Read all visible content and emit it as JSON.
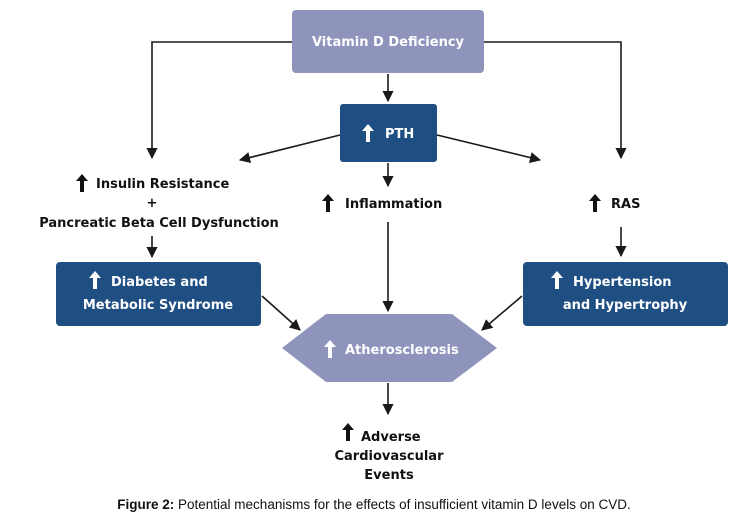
{
  "nodes": {
    "vitamin_d": "Vitamin D Deficiency",
    "pth": "PTH",
    "insulin_resistance": "Insulin Resistance",
    "plus": "+",
    "beta_cell": "Pancreatic Beta Cell Dysfunction",
    "inflammation": "Inflammation",
    "ras": "RAS",
    "diabetes_line1": "Diabetes and",
    "diabetes_line2": "Metabolic Syndrome",
    "hypertension_line1": "Hypertension",
    "hypertension_line2": "and Hypertrophy",
    "atherosclerosis": "Atherosclerosis",
    "adverse_line1": "Adverse",
    "adverse_line2": "Cardiovascular",
    "adverse_line3": "Events"
  },
  "caption": {
    "label": "Figure 2:",
    "text": " Potential mechanisms for the effects of insufficient vitamin D levels on CVD."
  },
  "colors": {
    "top_node_fill": "#8f94bd",
    "dark_node_fill": "#1f4f82",
    "hex_fill": "#8f94bd",
    "arrow": "#1a1a1a"
  }
}
